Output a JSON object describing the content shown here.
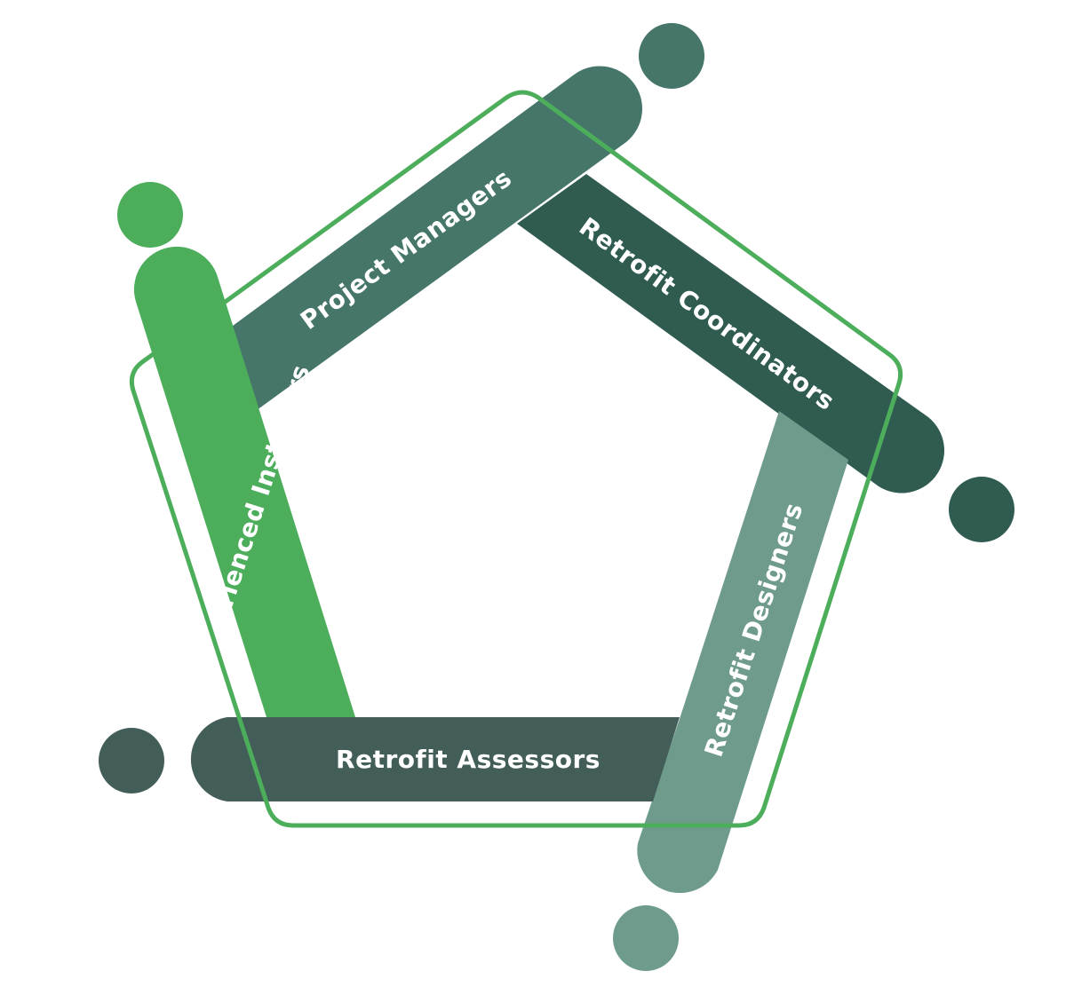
{
  "roles": [
    {
      "label": "Project Managers",
      "color": "#46766A"
    },
    {
      "label": "Retrofit Coordinators",
      "color": "#2F5B50"
    },
    {
      "label": "Retrofit Designers",
      "color": "#6E9B8C"
    },
    {
      "label": "Retrofit Assessors",
      "color": "#435E58"
    },
    {
      "label": "Experienced Installers",
      "color": "#4CAE5B"
    }
  ],
  "outline_color": "#4CAE5B"
}
